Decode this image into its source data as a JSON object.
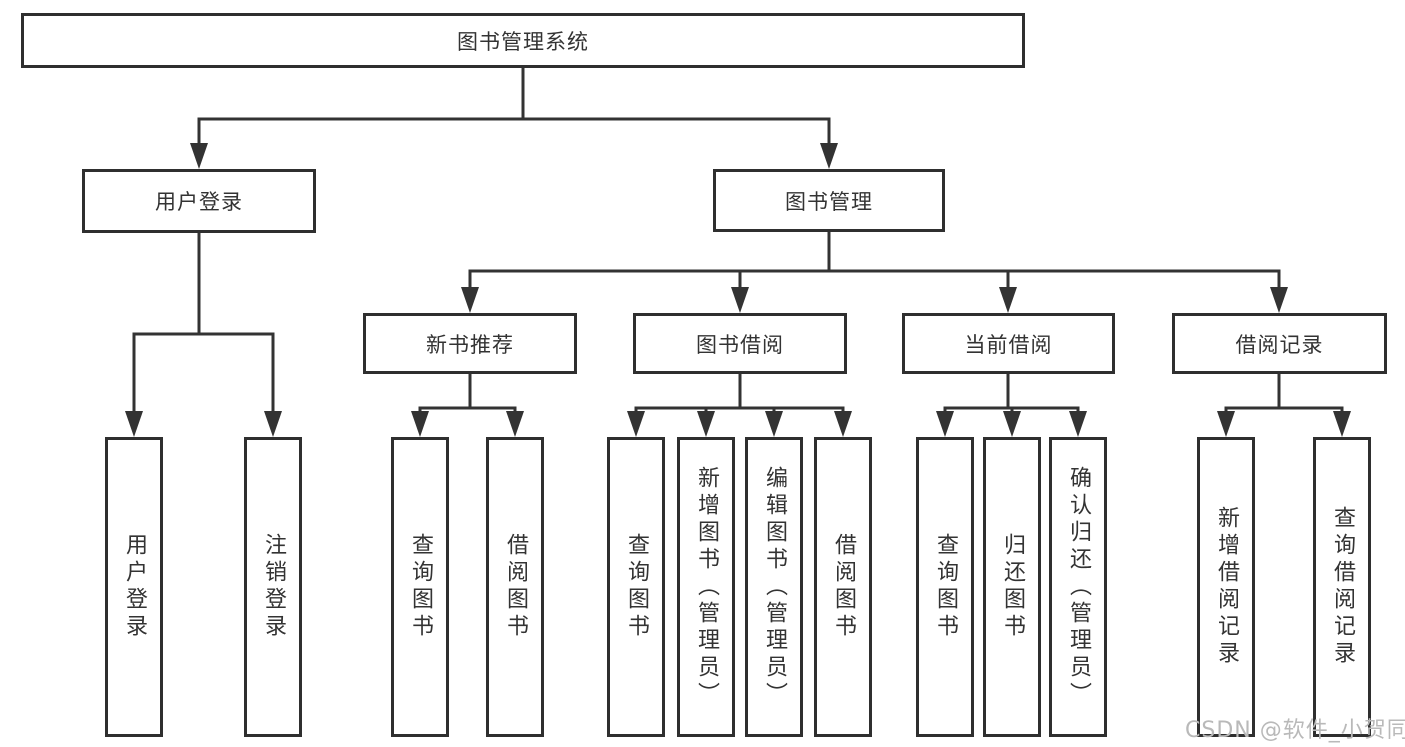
{
  "diagram": {
    "root": {
      "label": "图书管理系统"
    },
    "level2": [
      {
        "label": "用户登录"
      },
      {
        "label": "图书管理"
      }
    ],
    "level3": [
      {
        "label": "新书推荐"
      },
      {
        "label": "图书借阅"
      },
      {
        "label": "当前借阅"
      },
      {
        "label": "借阅记录"
      }
    ],
    "leaves": {
      "user_login": [
        "用户登录",
        "注销登录"
      ],
      "new_book": [
        "查询图书",
        "借阅图书"
      ],
      "book_borrow": [
        "查询图书",
        "新增图书（管理员）",
        "编辑图书（管理员）",
        "借阅图书"
      ],
      "current_borrow": [
        "查询图书",
        "归还图书",
        "确认归还（管理员）"
      ],
      "borrow_records": [
        "新增借阅记录",
        "查询借阅记录"
      ]
    },
    "line_color": "#333333",
    "border_color": "#2f2f2f",
    "text_color": "#333333"
  },
  "watermark": {
    "text": "CSDN @软件_小贺同学",
    "color": "#b9b9b9"
  }
}
